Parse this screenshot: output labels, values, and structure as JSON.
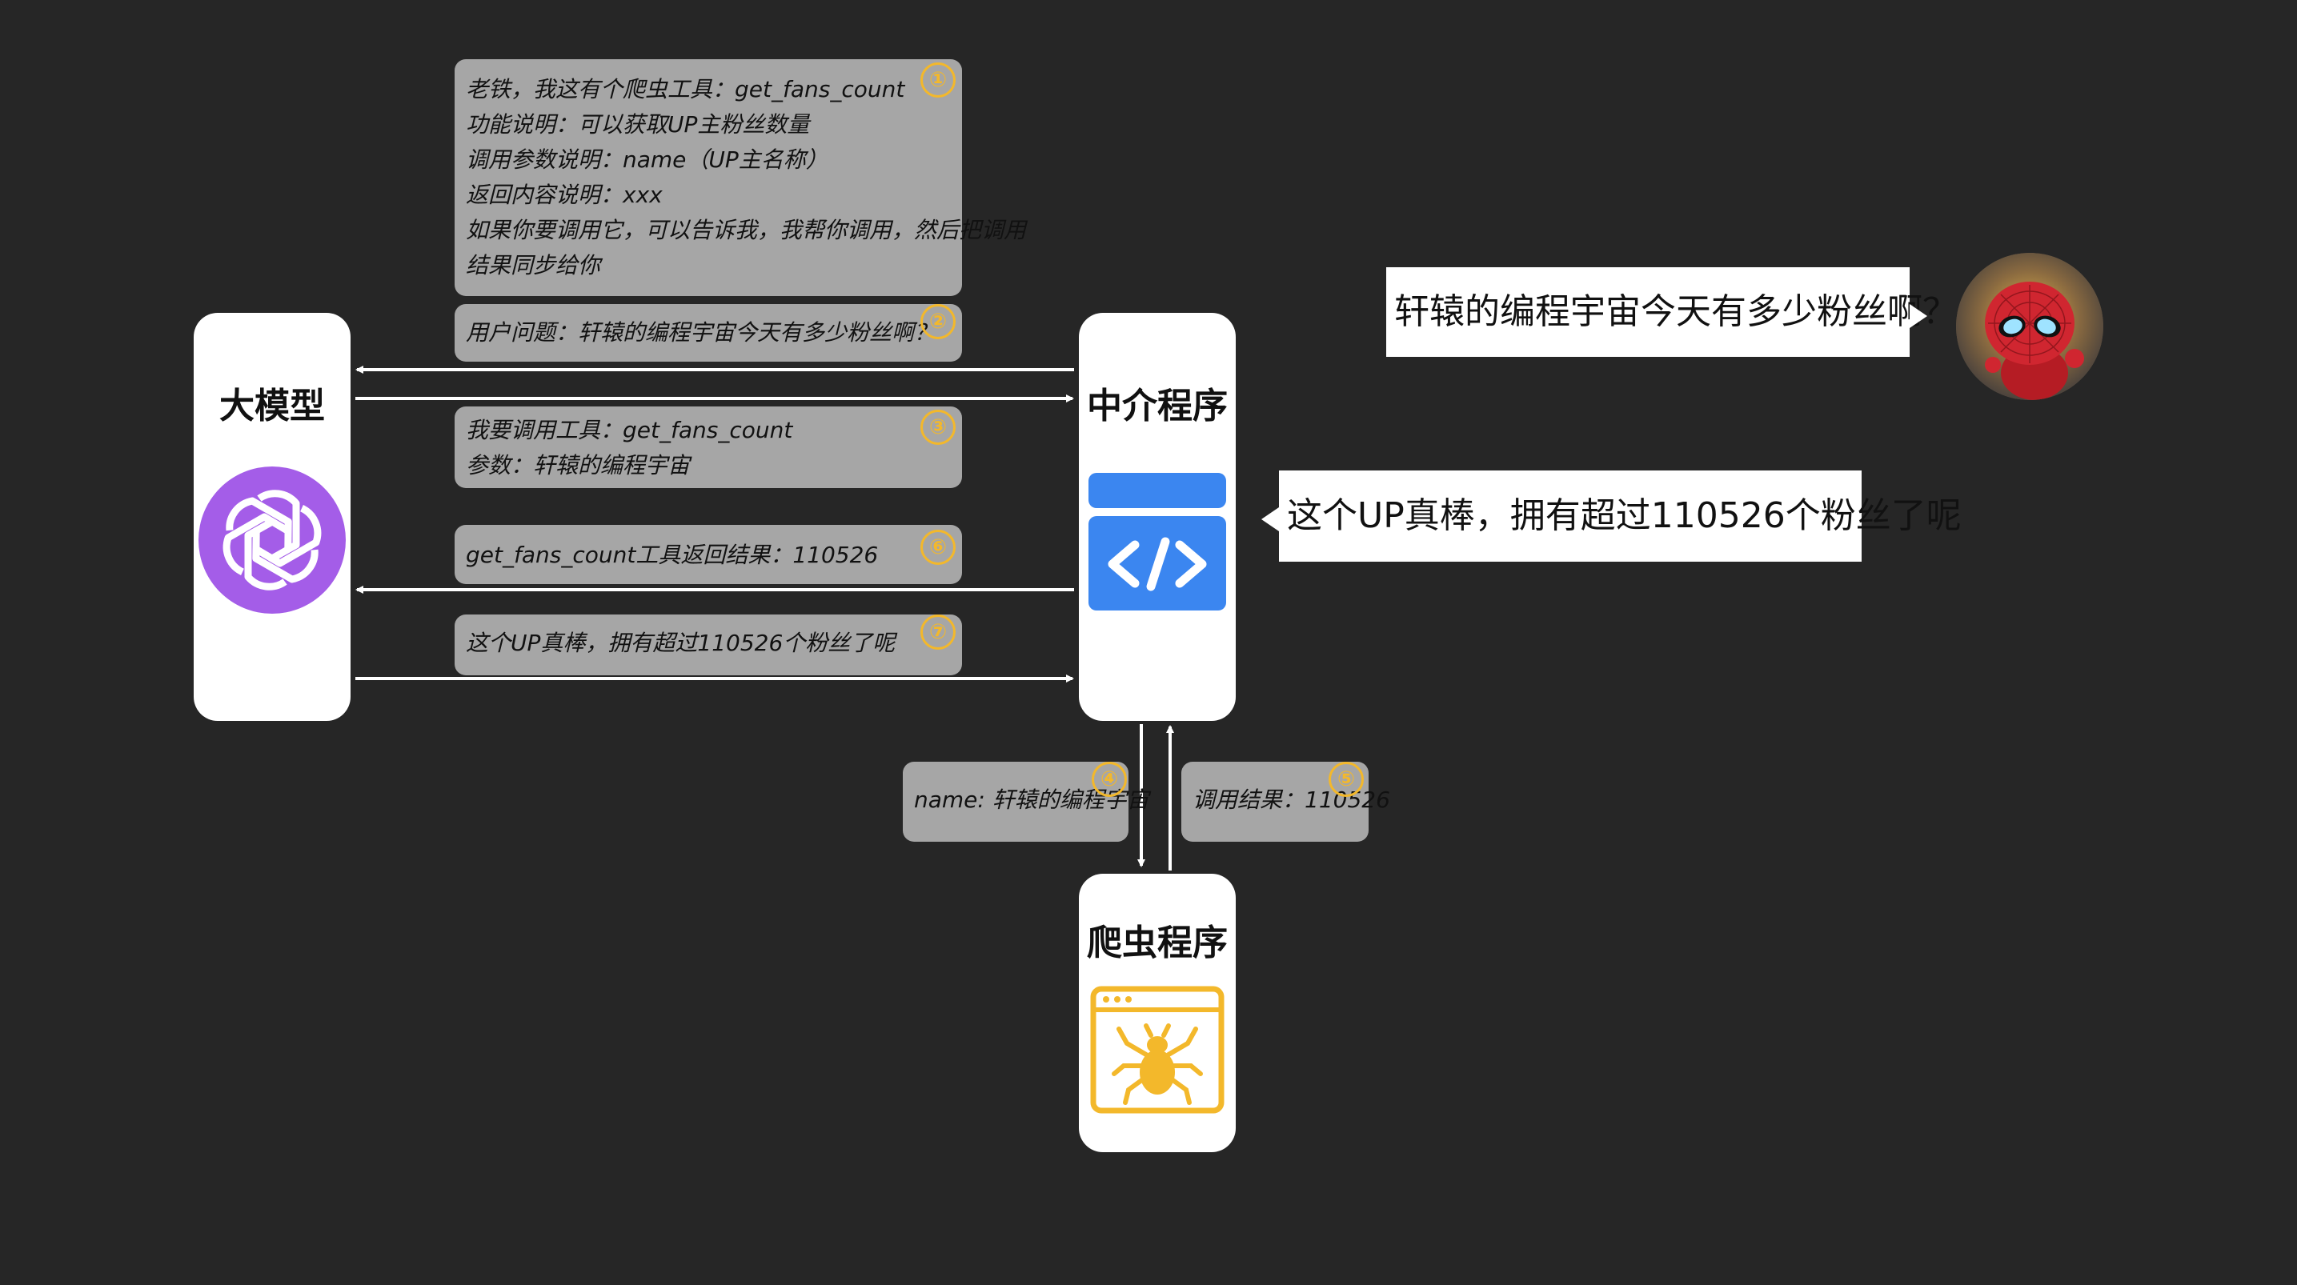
{
  "nodes": {
    "llm": {
      "title": "大模型",
      "icon": "openai-logo-icon"
    },
    "middleware": {
      "title": "中介程序",
      "icon": "code-window-icon"
    },
    "crawler": {
      "title": "爬虫程序",
      "icon": "spider-browser-icon"
    }
  },
  "messages": {
    "m1": {
      "badge": "①",
      "lines": [
        "老铁，我这有个爬虫工具：get_fans_count",
        "功能说明：可以获取UP主粉丝数量",
        "调用参数说明：name（UP主名称）",
        "返回内容说明：xxx",
        "如果你要调用它，可以告诉我，我帮你调用，然后把调用",
        "结果同步给你"
      ]
    },
    "m2": {
      "badge": "②",
      "lines": [
        "用户问题：轩辕的编程宇宙今天有多少粉丝啊？"
      ]
    },
    "m3": {
      "badge": "③",
      "lines": [
        "我要调用工具：get_fans_count",
        "参数：轩辕的编程宇宙"
      ]
    },
    "m4": {
      "badge": "④",
      "lines": [
        "name: 轩辕的编程宇宙"
      ]
    },
    "m5": {
      "badge": "⑤",
      "lines": [
        "调用结果：110526"
      ]
    },
    "m6": {
      "badge": "⑥",
      "lines": [
        "get_fans_count工具返回结果：110526"
      ]
    },
    "m7": {
      "badge": "⑦",
      "lines": [
        "这个UP真棒，拥有超过110526个粉丝了呢"
      ]
    }
  },
  "user": {
    "question": "轩辕的编程宇宙今天有多少粉丝啊？",
    "avatar": "spiderman-avatar-icon"
  },
  "reply": "这个UP真棒，拥有超过110526个粉丝了呢",
  "colors": {
    "background": "#262626",
    "message_box": "#a6a6a6",
    "badge": "#f3b82b",
    "openai_purple": "#a45de8",
    "code_blue": "#3b86f0",
    "spider_yellow": "#f3b82b"
  }
}
